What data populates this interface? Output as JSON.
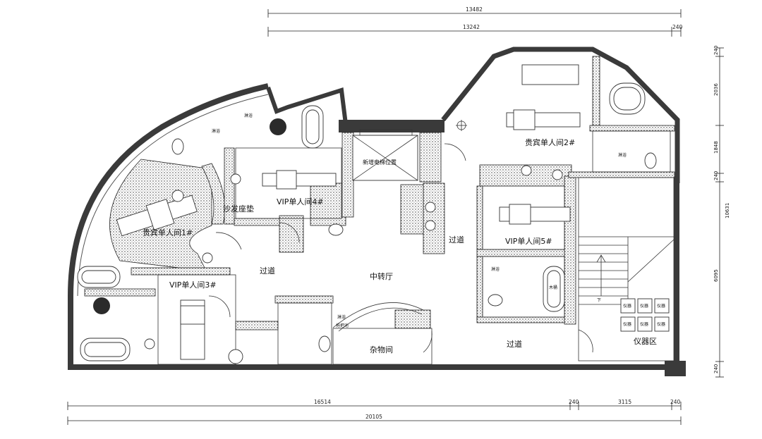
{
  "dimensions": {
    "top_overall": "13482",
    "top_inner": "13242",
    "top_right": "240",
    "right": [
      "240",
      "2036",
      "1848",
      "240",
      "10631",
      "6095",
      "240"
    ],
    "bottom_left": "16514",
    "bottom_a": "240",
    "bottom_b": "3115",
    "bottom_c": "240",
    "bottom_total": "20105"
  },
  "rooms": {
    "vip_room_1": "贵宾单人间1#",
    "vip_room_2": "贵宾单人间2#",
    "vip_single_3": "VIP单人间3#",
    "vip_single_4": "VIP单人间4#",
    "vip_single_5": "VIP单人间5#",
    "sofa_cushion": "沙发座垫",
    "new_elevator": "新增电梯位置",
    "corridor_left": "过道",
    "corridor_center": "过道",
    "corridor_bottom_right": "过道",
    "transfer_hall": "中转厅",
    "storage": "杂物间",
    "equipment_area": "仪器区"
  },
  "small_labels": {
    "shower_1": "淋浴",
    "shower_2": "淋浴",
    "shower_3": "淋浴",
    "shower_4": "淋浴",
    "shower_5": "淋浴",
    "mop_pool": "拖把池",
    "wood_tub": "木桶",
    "stair_down": "下",
    "equipment_box": "仪器"
  }
}
